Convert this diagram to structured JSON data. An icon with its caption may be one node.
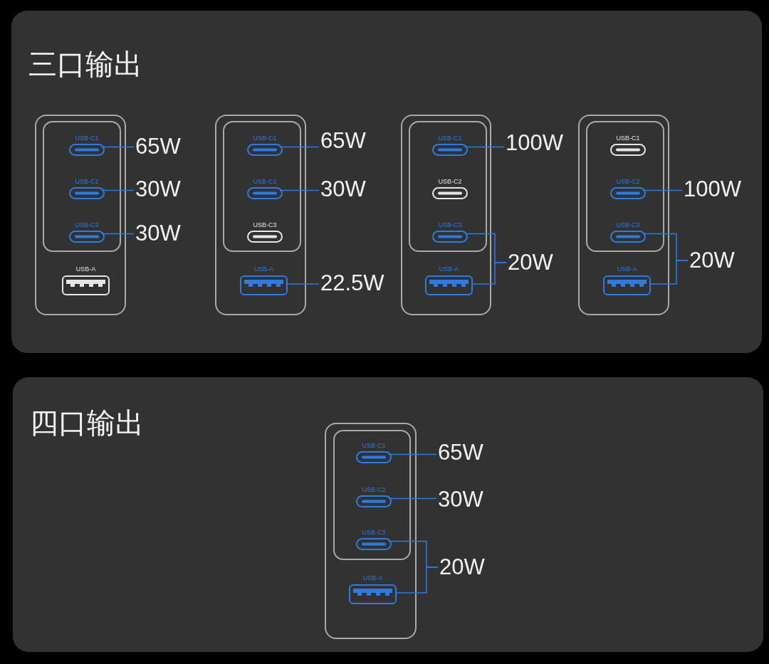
{
  "diagram": {
    "nodes": [
      {
        "text": [
          "三口输出"
        ]
      },
      {
        "text": [],
        "shape": "box",
        "in": 0
      },
      {
        "text": [],
        "shape": "box",
        "in": 1
      },
      {
        "text": [
          "USB-C1"
        ],
        "in": 2
      },
      {
        "text": [
          "USB-C2"
        ],
        "in": 2
      },
      {
        "text": [
          "USB-C3"
        ],
        "in": 2
      },
      {
        "text": [
          "USB-A"
        ],
        "in": 1
      },
      {
        "text": [
          "65W"
        ],
        "in": 0
      },
      {
        "text": [
          "30W"
        ],
        "in": 0
      },
      {
        "text": [
          "30W"
        ],
        "in": 0
      },
      {
        "text": [],
        "shape": "box",
        "in": 0
      },
      {
        "text": [],
        "shape": "box",
        "in": 10
      },
      {
        "text": [
          "USB-C1"
        ],
        "in": 11
      },
      {
        "text": [
          "USB-C2"
        ],
        "in": 11
      },
      {
        "text": [
          "USB-C3"
        ],
        "in": 11
      },
      {
        "text": [
          "USB-A"
        ],
        "in": 10
      },
      {
        "text": [
          "65W"
        ],
        "in": 0
      },
      {
        "text": [
          "30W"
        ],
        "in": 0
      },
      {
        "text": [
          "22.5W"
        ],
        "in": 0
      },
      {
        "text": [],
        "shape": "box",
        "in": 0
      },
      {
        "text": [],
        "shape": "box",
        "in": 19
      },
      {
        "text": [
          "USB-C1"
        ],
        "in": 20
      },
      {
        "text": [
          "USB-C2"
        ],
        "in": 20
      },
      {
        "text": [
          "USB-C3"
        ],
        "in": 20
      },
      {
        "text": [
          "USB-A"
        ],
        "in": 19
      },
      {
        "text": [
          "100W"
        ],
        "in": 0
      },
      {
        "text": [
          "20W"
        ],
        "in": 0
      },
      {
        "text": [],
        "shape": "box",
        "in": 0
      },
      {
        "text": [],
        "shape": "box",
        "in": 27
      },
      {
        "text": [
          "USB-C1"
        ],
        "in": 28
      },
      {
        "text": [
          "USB-C2"
        ],
        "in": 28
      },
      {
        "text": [
          "USB-C3"
        ],
        "in": 28
      },
      {
        "text": [
          "USB-A"
        ],
        "in": 27
      },
      {
        "text": [
          "100W"
        ],
        "in": 0
      },
      {
        "text": [
          "20W"
        ],
        "in": 0
      },
      {
        "text": [
          "四口输出"
        ]
      },
      {
        "text": [],
        "shape": "box",
        "in": 35
      },
      {
        "text": [],
        "shape": "box",
        "in": 36
      },
      {
        "text": [
          "USB-C1"
        ],
        "in": 37
      },
      {
        "text": [
          "USB-C2"
        ],
        "in": 37
      },
      {
        "text": [
          "USB-C3"
        ],
        "in": 37
      },
      {
        "text": [
          "USB-A"
        ],
        "in": 36
      },
      {
        "text": [
          "65W"
        ],
        "in": 35
      },
      {
        "text": [
          "30W"
        ],
        "in": 35
      },
      {
        "text": [
          "20W"
        ],
        "in": 35
      }
    ],
    "edges": [
      {
        "from": 3,
        "to": 7,
        "arrow": "none"
      },
      {
        "from": 4,
        "to": 8,
        "arrow": "none"
      },
      {
        "from": 5,
        "to": 9,
        "arrow": "none"
      },
      {
        "from": 12,
        "to": 16,
        "arrow": "none"
      },
      {
        "from": 13,
        "to": 17,
        "arrow": "none"
      },
      {
        "from": 15,
        "to": 18,
        "arrow": "none"
      },
      {
        "from": 21,
        "to": 25,
        "arrow": "none"
      },
      {
        "from": 23,
        "to": 26,
        "arrow": "none"
      },
      {
        "from": 24,
        "to": 26,
        "arrow": "none"
      },
      {
        "from": 30,
        "to": 33,
        "arrow": "none"
      },
      {
        "from": 31,
        "to": 34,
        "arrow": "none"
      },
      {
        "from": 32,
        "to": 34,
        "arrow": "none"
      },
      {
        "from": 38,
        "to": 42,
        "arrow": "none"
      },
      {
        "from": 39,
        "to": 43,
        "arrow": "none"
      },
      {
        "from": 40,
        "to": 44,
        "arrow": "none"
      },
      {
        "from": 41,
        "to": 44,
        "arrow": "none"
      }
    ]
  }
}
